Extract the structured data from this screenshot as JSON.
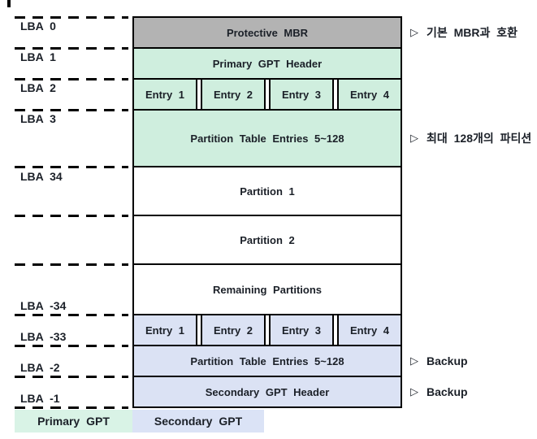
{
  "lba_labels": {
    "lba0": "LBA 0",
    "lba1": "LBA 1",
    "lba2": "LBA 2",
    "lba3": "LBA 3",
    "lba34": "LBA 34",
    "lba_m34": "LBA -34",
    "lba_m33": "LBA -33",
    "lba_m2": "LBA -2",
    "lba_m1": "LBA -1"
  },
  "blocks": {
    "protective_mbr": "Protective MBR",
    "primary_gpt_header": "Primary GPT Header",
    "entries": [
      "Entry 1",
      "Entry 2",
      "Entry 3",
      "Entry 4"
    ],
    "partition_table_entries": "Partition Table Entries 5~128",
    "partition1": "Partition 1",
    "partition2": "Partition 2",
    "remaining_partitions": "Remaining Partitions",
    "backup_entries": [
      "Entry 1",
      "Entry 2",
      "Entry 3",
      "Entry 4"
    ],
    "backup_partition_table_entries": "Partition Table Entries 5~128",
    "secondary_gpt_header": "Secondary GPT Header"
  },
  "annotations": {
    "marker": "▷",
    "mbr_compatible": "기본 MBR과 호환",
    "max_partitions": "최대 128개의 파티션",
    "backup_entries": "Backup",
    "backup_header": "Backup"
  },
  "legend": {
    "primary": "Primary GPT",
    "secondary": "Secondary GPT"
  },
  "colors": {
    "protective_mbr_gray": "#b3b3b3",
    "primary_gpt_green": "#cfeede",
    "secondary_gpt_blue": "#dbe2f4",
    "legend_primary_green": "#d9f3e6",
    "legend_secondary_blue": "#dbe3f6",
    "border_black": "#000000"
  }
}
